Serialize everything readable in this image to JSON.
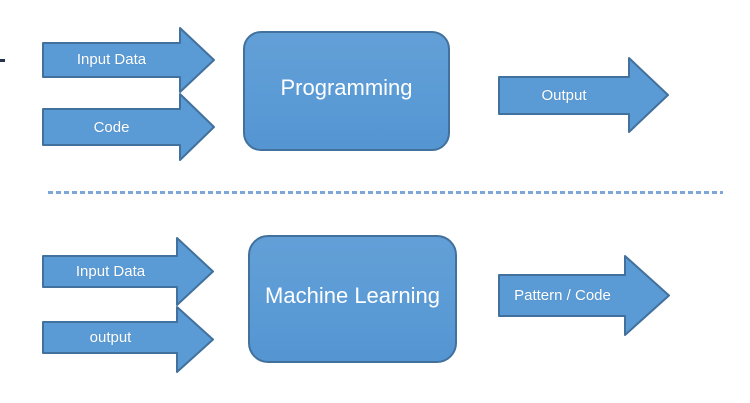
{
  "diagram": {
    "title_semantic": "Programming vs Machine Learning block diagram",
    "colors": {
      "shape_fill": "#5b9bd5",
      "shape_border": "#41719c",
      "label_text": "#ffffff",
      "divider": "#7da7d9"
    },
    "top_section": {
      "input_arrows": [
        {
          "label": "Input Data"
        },
        {
          "label": "Code"
        }
      ],
      "process": {
        "label": "Programming"
      },
      "output_arrow": {
        "label": "Output"
      }
    },
    "bottom_section": {
      "input_arrows": [
        {
          "label": "Input Data"
        },
        {
          "label": "output"
        }
      ],
      "process": {
        "label": "Machine Learning"
      },
      "output_arrow": {
        "label": "Pattern / Code"
      }
    }
  }
}
